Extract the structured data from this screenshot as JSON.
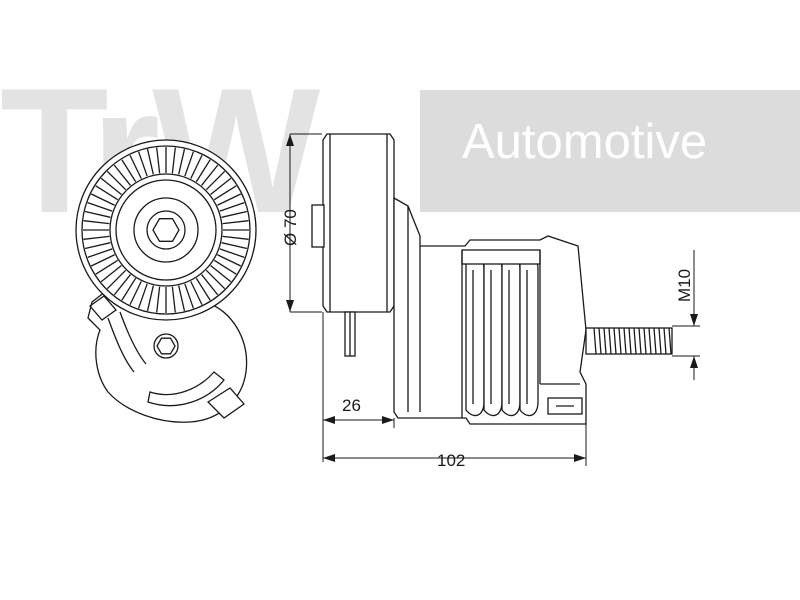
{
  "watermark": {
    "letters": "TrW",
    "brand_text": "Automotive",
    "box_color": "#dcdcdc",
    "letters_color": "#e3e3e3"
  },
  "dimensions": {
    "diameter": "Ø 70",
    "thread": "M10",
    "offset": "26",
    "length": "102"
  },
  "colors": {
    "line": "#1a1a1a",
    "background": "#ffffff"
  }
}
